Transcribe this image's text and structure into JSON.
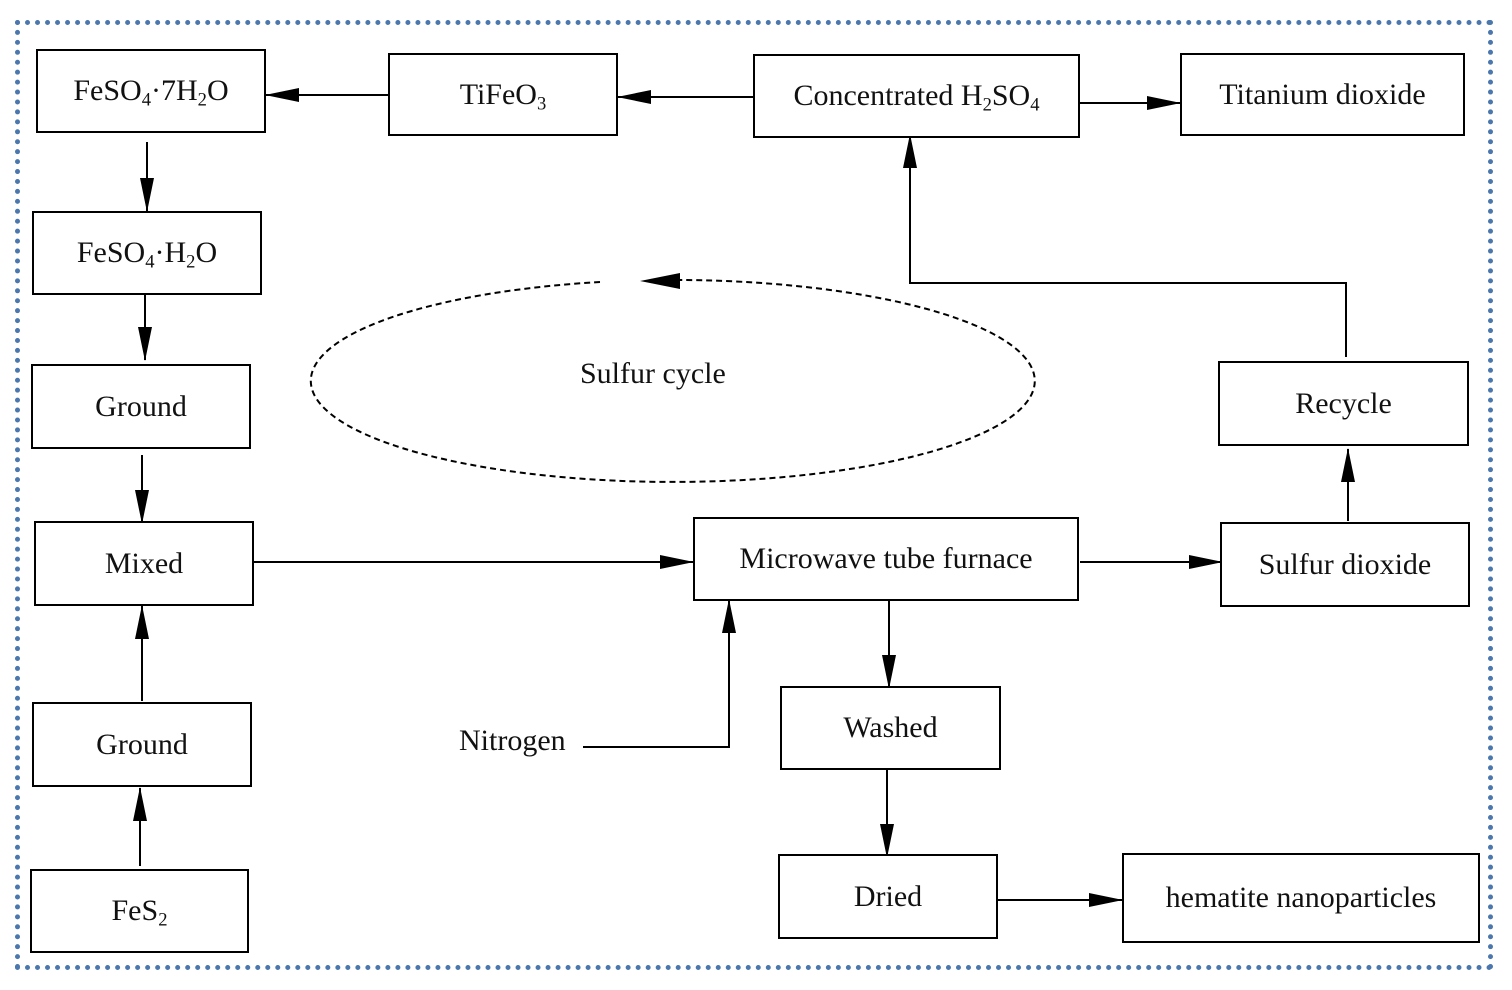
{
  "nodes": {
    "feso4_7h2o": {
      "parts": [
        [
          "FeSO",
          ""
        ],
        [
          "4",
          "sub"
        ],
        [
          "·7H",
          ""
        ],
        [
          "2",
          "sub"
        ],
        [
          "O",
          ""
        ]
      ]
    },
    "tifeo3": {
      "parts": [
        [
          "TiFeO",
          ""
        ],
        [
          "3",
          "sub"
        ]
      ]
    },
    "conc_h2so4": {
      "parts": [
        [
          "Concentrated H",
          ""
        ],
        [
          "2",
          "sub"
        ],
        [
          "SO",
          ""
        ],
        [
          "4",
          "sub"
        ]
      ]
    },
    "titanium_dioxide": {
      "label": "Titanium dioxide"
    },
    "feso4_h2o": {
      "parts": [
        [
          "FeSO",
          ""
        ],
        [
          "4",
          "sub"
        ],
        [
          "·H",
          ""
        ],
        [
          "2",
          "sub"
        ],
        [
          "O",
          ""
        ]
      ]
    },
    "ground_top": {
      "label": "Ground"
    },
    "mixed": {
      "label": "Mixed"
    },
    "ground_bottom": {
      "label": "Ground"
    },
    "fes2": {
      "parts": [
        [
          "FeS",
          ""
        ],
        [
          "2",
          "sub"
        ]
      ]
    },
    "microwave": {
      "label": "Microwave tube furnace"
    },
    "sulfur_dioxide": {
      "label": "Sulfur dioxide"
    },
    "recycle": {
      "label": "Recycle"
    },
    "washed": {
      "label": "Washed"
    },
    "dried": {
      "label": "Dried"
    },
    "hematite": {
      "label": "hematite nanoparticles"
    }
  },
  "labels": {
    "sulfur_cycle": "Sulfur cycle",
    "nitrogen": "Nitrogen"
  },
  "colors": {
    "frame_border": "#4a77ad",
    "line": "#000000"
  }
}
